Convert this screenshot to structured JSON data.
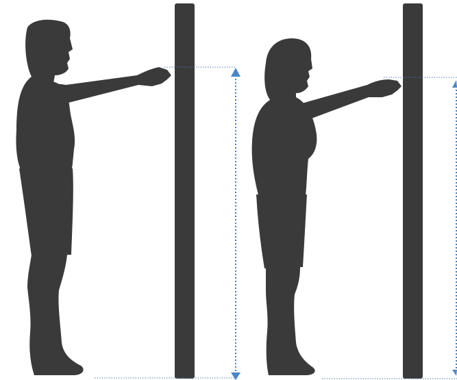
{
  "colors": {
    "background": "#ffffff",
    "silhouette": "#3a3a3a",
    "wall": "#3a3a3a",
    "measure_line": "#4a7ab5",
    "arrow": "#4a86c8"
  },
  "figures": [
    {
      "name": "man-silhouette",
      "description_icon": "standing-man-arm-forward-icon"
    },
    {
      "name": "woman-silhouette",
      "description_icon": "standing-woman-arm-forward-icon"
    }
  ],
  "measurements": [
    {
      "name": "reach-height-arrow-left",
      "style": "dotted-vertical-double-arrow"
    },
    {
      "name": "reach-height-arrow-right",
      "style": "dotted-vertical-double-arrow"
    }
  ]
}
